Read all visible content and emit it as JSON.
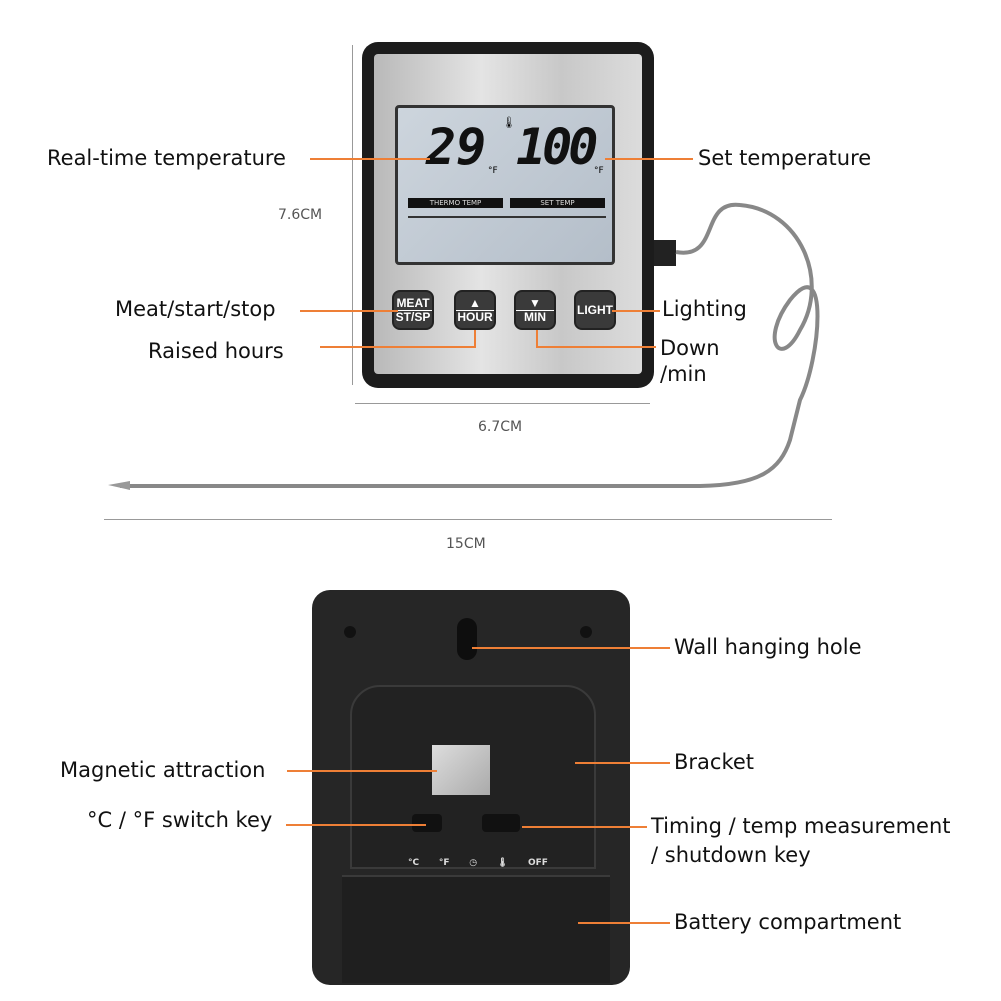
{
  "front": {
    "lcd": {
      "current_temp": "29",
      "set_temp": "100",
      "unit": "°F",
      "left_tag": "THERMO TEMP",
      "right_tag": "SET TEMP"
    },
    "buttons": [
      {
        "top": "MEAT",
        "bottom": "ST/SP"
      },
      {
        "top": "▲",
        "bottom": "HOUR"
      },
      {
        "top": "▼",
        "bottom": "MIN"
      },
      {
        "top": "",
        "bottom": "LIGHT"
      }
    ],
    "labels": {
      "realtime": "Real-time temperature",
      "set": "Set temperature",
      "meat": "Meat/start/stop",
      "hours": "Raised hours",
      "lighting": "Lighting",
      "down": "Down",
      "down2": "/min"
    },
    "dims": {
      "height": "7.6CM",
      "width": "6.7CM",
      "probe": "15CM"
    }
  },
  "back": {
    "labels": {
      "hole": "Wall hanging hole",
      "magnet": "Magnetic attraction",
      "bracket": "Bracket",
      "switch": "°C / °F switch key",
      "timing": "Timing / temp measurement",
      "timing2": " / shutdown key",
      "battery": "Battery compartment"
    },
    "switch_marks": [
      "°C",
      "°F",
      "◷",
      "🌡",
      "OFF"
    ]
  },
  "colors": {
    "accent": "#ee7f36",
    "lcd": "#c3ccd6",
    "body": "#2a2a2a"
  }
}
